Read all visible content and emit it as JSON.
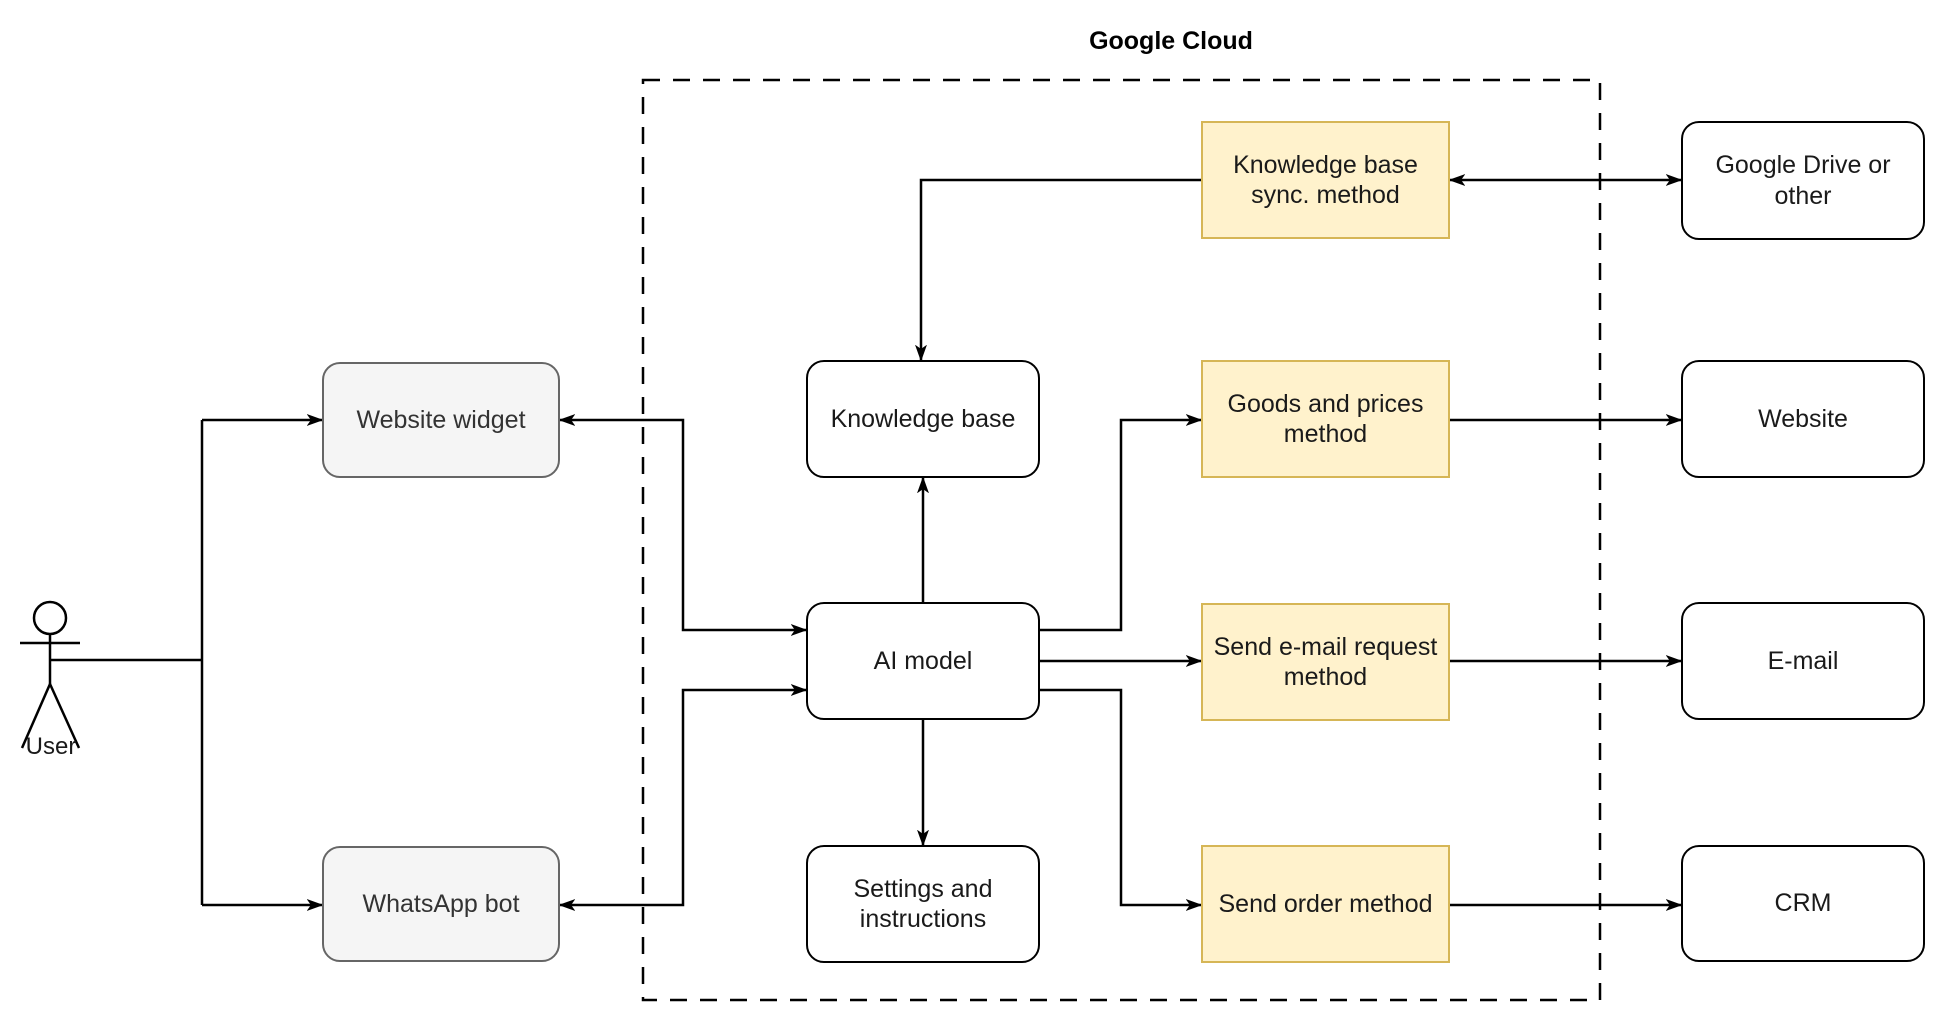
{
  "diagram": {
    "container": {
      "title": "Google Cloud",
      "border_style": "dashed"
    },
    "nodes": {
      "user": {
        "label": "User",
        "type": "actor"
      },
      "website_widget": {
        "label": "Website widget",
        "type": "channel"
      },
      "whatsapp_bot": {
        "label": "WhatsApp bot",
        "type": "channel"
      },
      "knowledge_base": {
        "label": "Knowledge base",
        "type": "plain"
      },
      "ai_model": {
        "label": "AI model",
        "type": "plain"
      },
      "settings_instructions": {
        "label": "Settings and\ninstructions",
        "type": "plain"
      },
      "kb_sync_method": {
        "label": "Knowledge base\nsync. method",
        "type": "method"
      },
      "goods_prices_method": {
        "label": "Goods and prices\nmethod",
        "type": "method"
      },
      "send_email_method": {
        "label": "Send e-mail request\nmethod",
        "type": "method"
      },
      "send_order_method": {
        "label": "Send order method",
        "type": "method"
      },
      "google_drive": {
        "label": "Google Drive or\nother",
        "type": "plain"
      },
      "website": {
        "label": "Website",
        "type": "plain"
      },
      "email": {
        "label": "E-mail",
        "type": "plain"
      },
      "crm": {
        "label": "CRM",
        "type": "plain"
      }
    },
    "edges": [
      {
        "from": "user",
        "to": "website_widget",
        "direction": "one-way"
      },
      {
        "from": "user",
        "to": "whatsapp_bot",
        "direction": "one-way"
      },
      {
        "from": "website_widget",
        "to": "ai_model",
        "direction": "two-way"
      },
      {
        "from": "whatsapp_bot",
        "to": "ai_model",
        "direction": "two-way"
      },
      {
        "from": "ai_model",
        "to": "knowledge_base",
        "direction": "one-way"
      },
      {
        "from": "ai_model",
        "to": "settings_instructions",
        "direction": "one-way"
      },
      {
        "from": "kb_sync_method",
        "to": "knowledge_base",
        "direction": "one-way"
      },
      {
        "from": "kb_sync_method",
        "to": "google_drive",
        "direction": "two-way"
      },
      {
        "from": "ai_model",
        "to": "goods_prices_method",
        "direction": "one-way"
      },
      {
        "from": "ai_model",
        "to": "send_email_method",
        "direction": "one-way"
      },
      {
        "from": "ai_model",
        "to": "send_order_method",
        "direction": "one-way"
      },
      {
        "from": "goods_prices_method",
        "to": "website",
        "direction": "one-way"
      },
      {
        "from": "send_email_method",
        "to": "email",
        "direction": "one-way"
      },
      {
        "from": "send_order_method",
        "to": "crm",
        "direction": "one-way"
      }
    ],
    "colors": {
      "method_fill": "#fff2cc",
      "method_border": "#d6b656",
      "channel_fill": "#f5f5f5",
      "channel_border": "#666666",
      "plain_fill": "#ffffff",
      "plain_border": "#000000",
      "connector": "#000000",
      "background": "#ffffff"
    }
  }
}
